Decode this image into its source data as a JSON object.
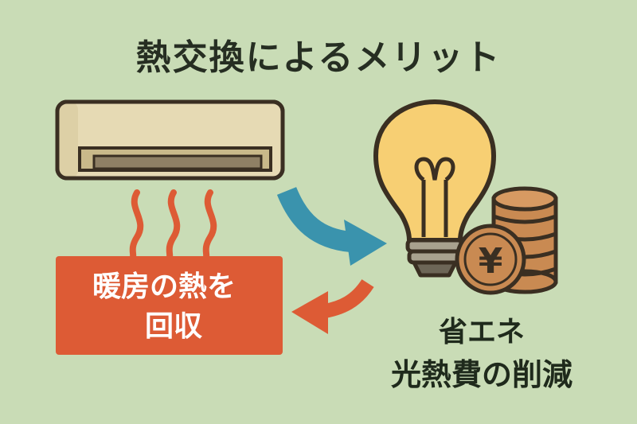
{
  "title": "熱交換によるメリット",
  "heat_panel": {
    "line1": "暖房の熱を",
    "line2": "回収"
  },
  "benefit": {
    "line1": "省エネ",
    "line2": "光熱費の削減"
  },
  "coin_symbol": "¥",
  "colors": {
    "background": "#c9dcb6",
    "heat_red": "#dd5b35",
    "arrow_blue": "#3a93ad",
    "bulb_yellow": "#f7cf73",
    "coin_brown": "#c98a52",
    "ac_body": "#e6dab4",
    "outline": "#3a2f22"
  },
  "icons": [
    "air-conditioner-icon",
    "heat-wave-icon",
    "light-bulb-icon",
    "coin-stack-icon",
    "yen-coin-icon"
  ]
}
